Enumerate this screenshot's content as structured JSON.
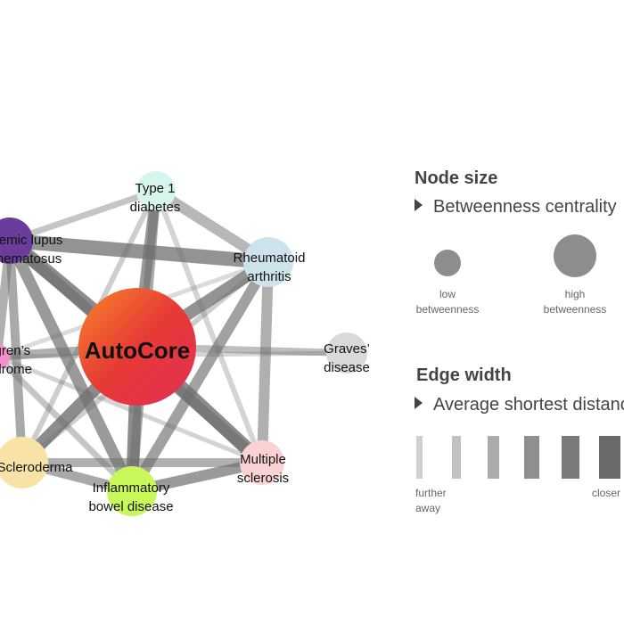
{
  "network": {
    "center": {
      "label": "AutoCore",
      "colors": [
        "#f7862a",
        "#e63a35",
        "#e32f56"
      ]
    },
    "nodes": [
      {
        "id": "sle",
        "line1": "Systemic lupus",
        "line2": "erythematosus",
        "color": "#6a3d9a"
      },
      {
        "id": "t1d",
        "line1": "Type 1",
        "line2": "diabetes",
        "color": "#d6f5ec"
      },
      {
        "id": "ra",
        "line1": "Rheumatoid",
        "line2": "arthritis",
        "color": "#cde3ec"
      },
      {
        "id": "graves",
        "line1": "Graves’",
        "line2": "disease",
        "color": "#d9d9d9"
      },
      {
        "id": "ms",
        "line1": "Multiple",
        "line2": "sclerosis",
        "color": "#f9d3d3"
      },
      {
        "id": "ibd",
        "line1": "Inflammatory",
        "line2": "bowel disease",
        "color": "#c9f75a"
      },
      {
        "id": "ssc",
        "line1": "Scleroderma",
        "line2": "",
        "color": "#f8e2a6"
      },
      {
        "id": "sjogren",
        "line1": "Sjögren’s",
        "line2": "syndrome",
        "color": "#f58fce"
      }
    ],
    "edge_color": "#6f6f6f"
  },
  "legend": {
    "node_size": {
      "title": "Node size",
      "subtitle": "Betweenness centrality",
      "low_line1": "low",
      "low_line2": "betweenness",
      "high_line1": "high",
      "high_line2": "betweenness"
    },
    "edge_width": {
      "title": "Edge width",
      "subtitle": "Average shortest distance",
      "far_line1": "further",
      "far_line2": "away",
      "close_label": "closer"
    }
  }
}
